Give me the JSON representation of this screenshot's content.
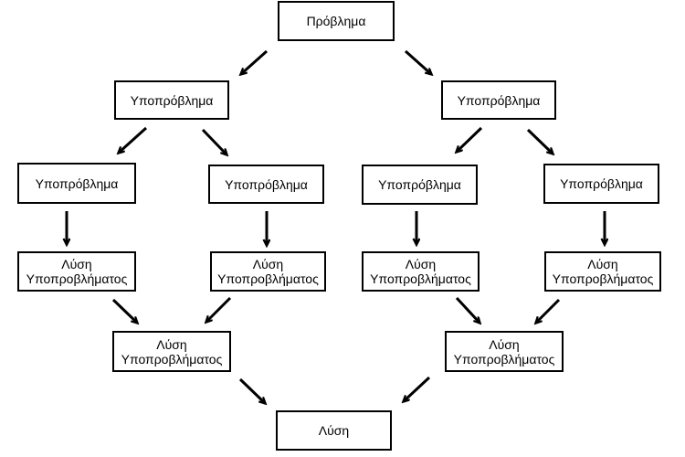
{
  "nodes": {
    "problem": {
      "label": "Πρόβλημα"
    },
    "sub_left": {
      "label": "Υποπρόβλημα"
    },
    "sub_right": {
      "label": "Υποπρόβλημα"
    },
    "sub_ll": {
      "label": "Υποπρόβλημα"
    },
    "sub_lr": {
      "label": "Υποπρόβλημα"
    },
    "sub_rl": {
      "label": "Υποπρόβλημα"
    },
    "sub_rr": {
      "label": "Υποπρόβλημα"
    },
    "sol_ll": {
      "line1": "Λύση",
      "line2": "Υποπροβλήματος"
    },
    "sol_lr": {
      "line1": "Λύση",
      "line2": "Υποπροβλήματος"
    },
    "sol_rl": {
      "line1": "Λύση",
      "line2": "Υποπροβλήματος"
    },
    "sol_rr": {
      "line1": "Λύση",
      "line2": "Υποπροβλήματος"
    },
    "sol_left": {
      "line1": "Λύση",
      "line2": "Υποπροβλήματος"
    },
    "sol_right": {
      "line1": "Λύση",
      "line2": "Υποπροβλήματος"
    },
    "solution": {
      "label": "Λύση"
    }
  },
  "edges": [
    {
      "from": "problem",
      "to": "sub_left"
    },
    {
      "from": "problem",
      "to": "sub_right"
    },
    {
      "from": "sub_left",
      "to": "sub_ll"
    },
    {
      "from": "sub_left",
      "to": "sub_lr"
    },
    {
      "from": "sub_right",
      "to": "sub_rl"
    },
    {
      "from": "sub_right",
      "to": "sub_rr"
    },
    {
      "from": "sub_ll",
      "to": "sol_ll"
    },
    {
      "from": "sub_lr",
      "to": "sol_lr"
    },
    {
      "from": "sub_rl",
      "to": "sol_rl"
    },
    {
      "from": "sub_rr",
      "to": "sol_rr"
    },
    {
      "from": "sol_ll",
      "to": "sol_left"
    },
    {
      "from": "sol_lr",
      "to": "sol_left"
    },
    {
      "from": "sol_rl",
      "to": "sol_right"
    },
    {
      "from": "sol_rr",
      "to": "sol_right"
    },
    {
      "from": "sol_left",
      "to": "solution"
    },
    {
      "from": "sol_right",
      "to": "solution"
    }
  ]
}
